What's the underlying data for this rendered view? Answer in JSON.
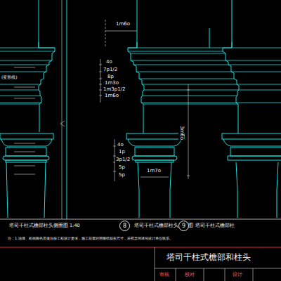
{
  "diagram": {
    "title": "塔司干柱式檐部和柱头",
    "nodes": [
      {
        "text": [
          "8"
        ]
      },
      {
        "text": [
          "9"
        ]
      }
    ],
    "labels": [
      "1m6o",
      "4o",
      "7p1/2",
      "8p",
      "1m3o",
      "1m3p1/2",
      "1m6o",
      "3m6o",
      "4o",
      "1p",
      "3p1/2",
      "5p",
      "5p",
      "1m7o",
      "(变形线)",
      "塔司干柱式檐部柱头侧面图  1:40",
      "塔司干柱式檐部柱头正面图  1:40",
      "塔司干柱式檐部柱",
      "注：1.油漆、彩画颜色及做法按工程设计要求，施工前需对照图纸核实尺寸，若有异同请与设计单位联系。",
      "审核",
      "校对",
      "设计"
    ]
  }
}
